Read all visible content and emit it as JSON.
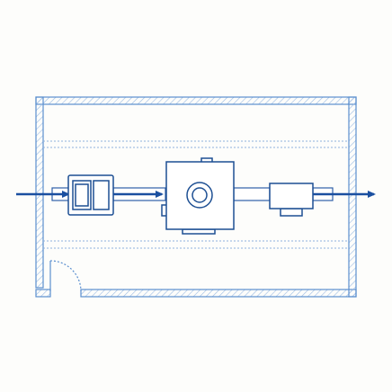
{
  "diagram": {
    "kind": "floor-plan-process-layout",
    "colors": {
      "background": "#fdfdfb",
      "wall": "#5b8fcf",
      "wall_hatch": "#9bbbe3",
      "equipment": "#1d4f93",
      "equipment_fill": "#ffffff",
      "pipe": "#2f5fa8",
      "arrow": "#1a4fa0",
      "guide_line": "#8fb1dc"
    },
    "elements": [
      {
        "name": "room-walls",
        "role": "enclosure"
      },
      {
        "name": "door-swing",
        "role": "entrance"
      },
      {
        "name": "inlet-arrow",
        "role": "flow-in"
      },
      {
        "name": "intake-unit",
        "role": "equipment"
      },
      {
        "name": "central-unit",
        "role": "equipment"
      },
      {
        "name": "outlet-unit",
        "role": "equipment"
      },
      {
        "name": "outlet-arrow",
        "role": "flow-out"
      }
    ],
    "labels": []
  }
}
